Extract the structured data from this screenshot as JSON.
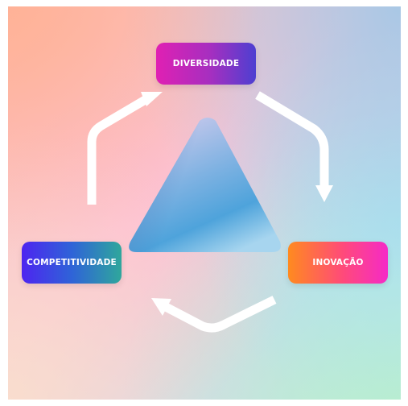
{
  "nodes": {
    "top": {
      "label": "DIVERSIDADE"
    },
    "right": {
      "label": "INOVAÇÃO"
    },
    "left": {
      "label": "COMPETITIVIDADE"
    }
  },
  "colors": {
    "arrow": "#ffffff",
    "triangle_light": "#c3c7ea",
    "triangle_mid": "#5aa6d8",
    "triangle_dark": "#3d74b8"
  },
  "icons": [
    "cycle-arrow-icon"
  ]
}
